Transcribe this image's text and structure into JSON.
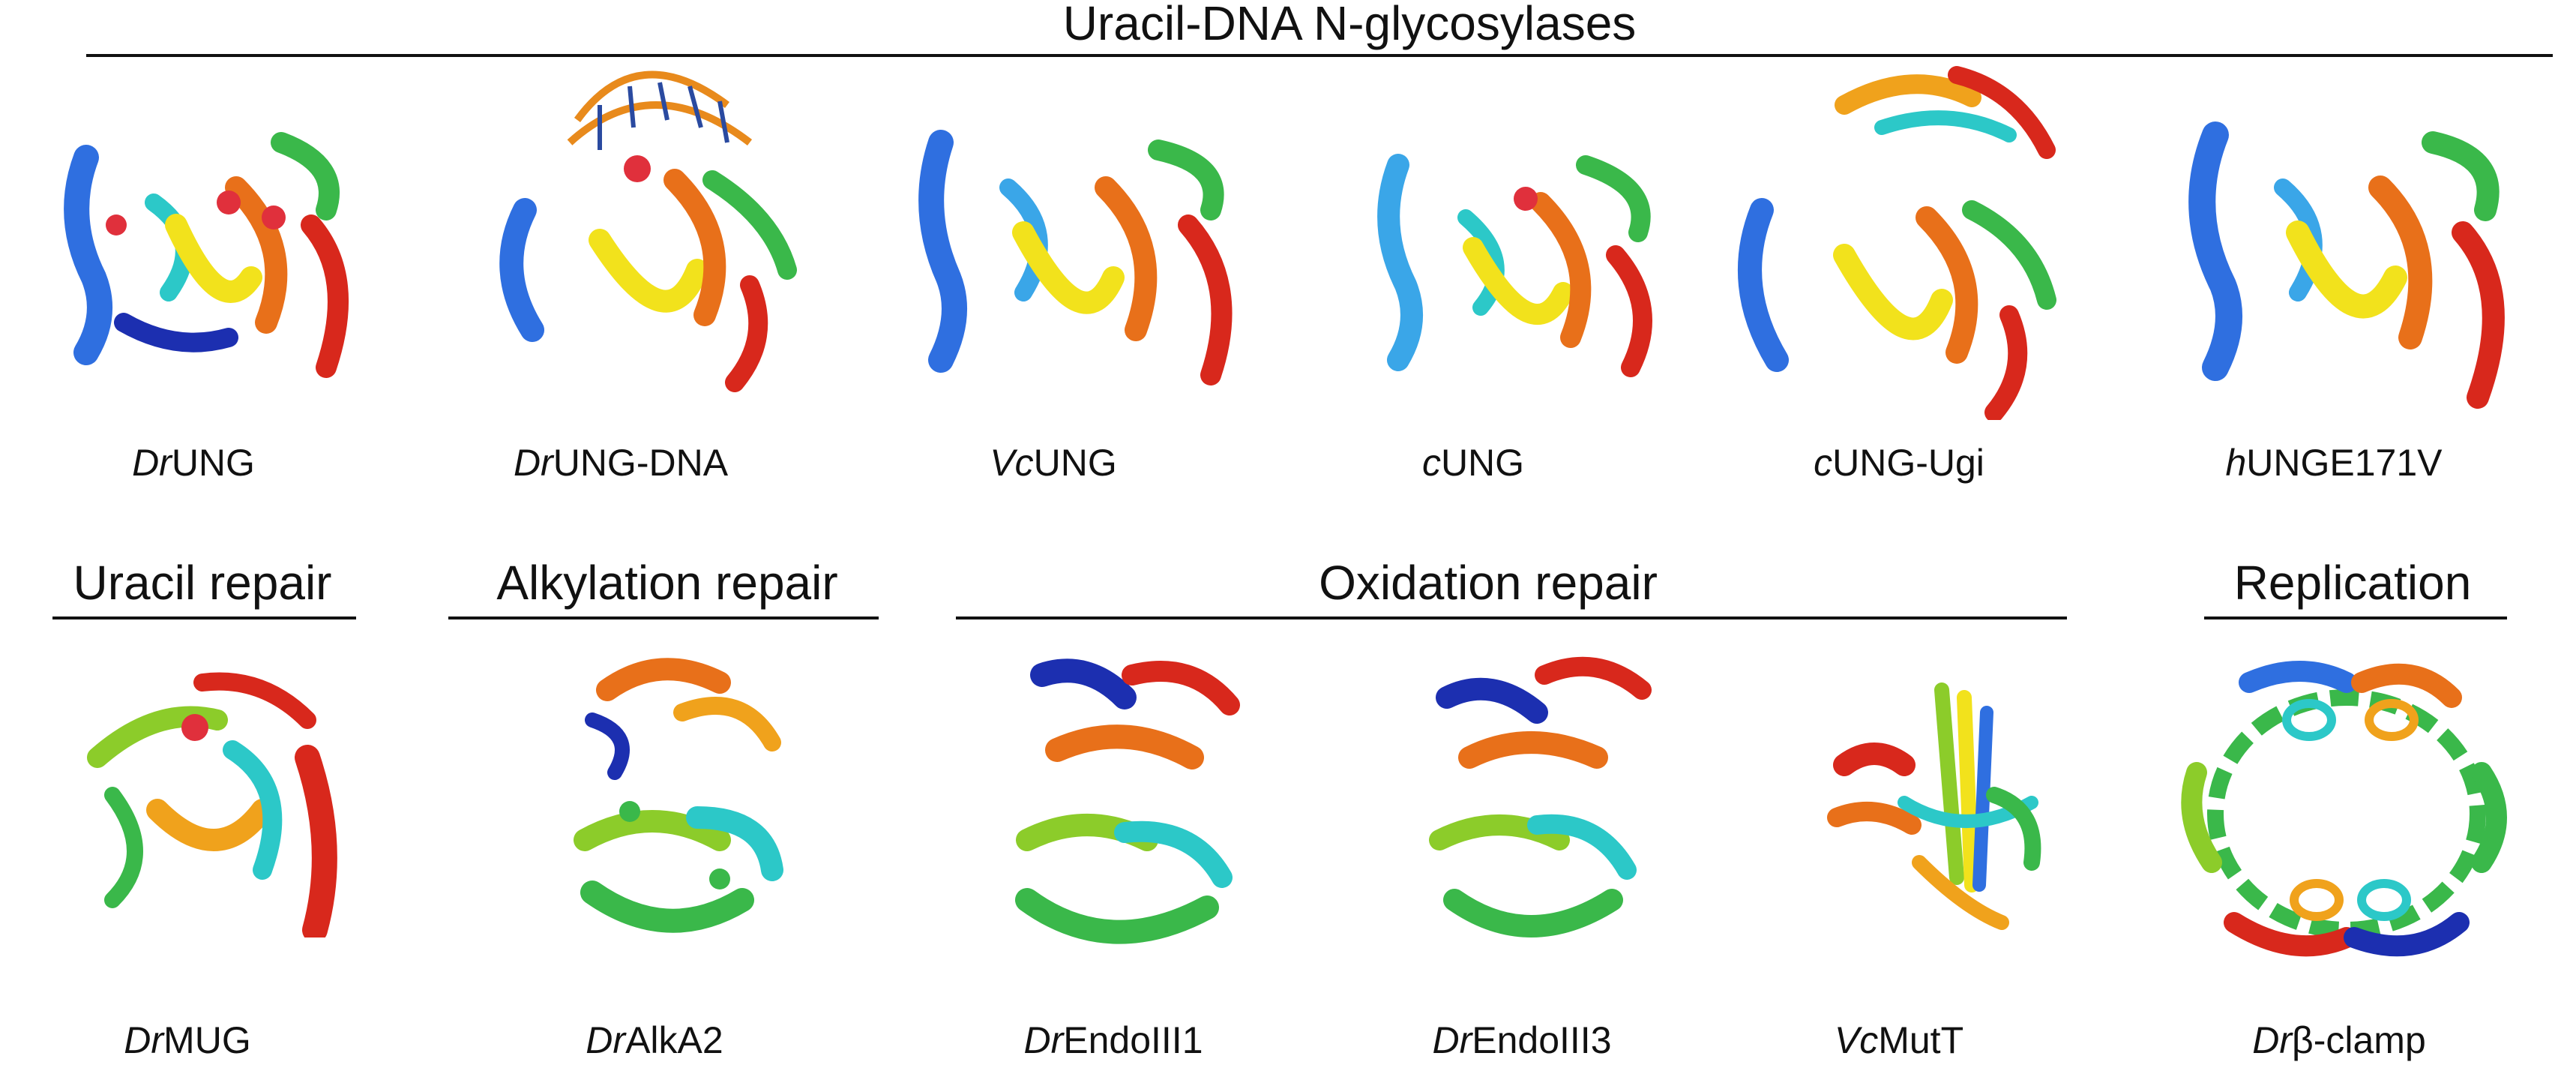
{
  "groups": {
    "ung": "Uracil-DNA N-glycosylases",
    "uracil": "Uracil repair",
    "alkylation": "Alkylation repair",
    "oxidation": "Oxidation repair",
    "replication": "Replication"
  },
  "structures": [
    {
      "id": "drung",
      "prefix": "Dr",
      "name": "UNG"
    },
    {
      "id": "drung-dna",
      "prefix": "Dr",
      "name": "UNG-DNA"
    },
    {
      "id": "vcung",
      "prefix": "Vc",
      "name": "UNG"
    },
    {
      "id": "cung",
      "prefix": "c",
      "name": "UNG"
    },
    {
      "id": "cung-ugi",
      "prefix": "c",
      "name": "UNG-Ugi"
    },
    {
      "id": "hunge171v",
      "prefix": "h",
      "name": "UNGE171V"
    },
    {
      "id": "drmug",
      "prefix": "Dr",
      "name": "MUG"
    },
    {
      "id": "dralka2",
      "prefix": "Dr",
      "name": "AlkA2"
    },
    {
      "id": "drendoiii1",
      "prefix": "Dr",
      "name": "EndoIII1"
    },
    {
      "id": "drendoiii3",
      "prefix": "Dr",
      "name": "EndoIII3"
    },
    {
      "id": "vcmutt",
      "prefix": "Vc",
      "name": "MutT"
    },
    {
      "id": "drbeta-clamp",
      "prefix": "Dr",
      "name": "β-clamp"
    }
  ],
  "colors": {
    "rainbow": [
      "#1c2fb0",
      "#2f6fe0",
      "#3aa6e8",
      "#2cc8c8",
      "#3ab84a",
      "#8ccc2a",
      "#f2e21c",
      "#f0a21c",
      "#e8701a",
      "#d8281c"
    ],
    "ligand": "#e0303c",
    "dna": "#e88a1c",
    "dna_rungs": "#2a4aa0"
  }
}
